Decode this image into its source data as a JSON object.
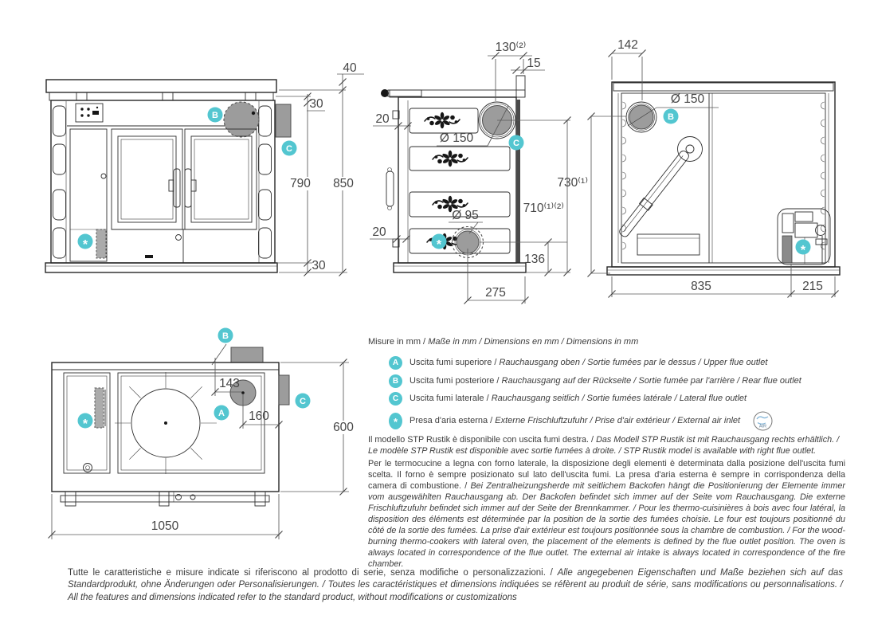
{
  "colors": {
    "accent": "#53c6d0",
    "gray_fill": "#9c9c9c",
    "line": "#262626"
  },
  "badges": {
    "a": "A",
    "b": "B",
    "c": "C",
    "star": "*"
  },
  "dims": {
    "front": {
      "d40": "40",
      "d30t": "30",
      "d790": "790",
      "d850": "850",
      "d30b": "30"
    },
    "side": {
      "d130": "130⁽²⁾",
      "d15": "15",
      "d20t": "20",
      "d20b": "20",
      "d150": "Ø 150",
      "d95": "Ø 95",
      "d710": "710⁽¹⁾⁽²⁾",
      "d136": "136",
      "d275": "275"
    },
    "rear": {
      "d142": "142",
      "d150": "Ø 150",
      "d730": "730⁽¹⁾",
      "d835": "835",
      "d215": "215"
    },
    "top": {
      "d143": "143",
      "d160": "160",
      "d600": "600",
      "d1050": "1050"
    }
  },
  "legend": {
    "units_normal": "Misure in mm / ",
    "units_italic": "Maße in mm / Dimensions en mm / Dimensions in mm",
    "items": [
      {
        "badge": "A",
        "normal": "Uscita fumi superiore / ",
        "italic": "Rauchausgang oben  / Sortie fumées par le dessus / Upper flue outlet"
      },
      {
        "badge": "B",
        "normal": "Uscita fumi posteriore / ",
        "italic": "Rauchausgang auf der Rückseite / Sortie fumée par l'arrière / Rear flue outlet"
      },
      {
        "badge": "C",
        "normal": "Uscita fumi laterale / ",
        "italic": "Rauchausgang seitlich  / Sortie fumées latérale / Lateral flue outlet"
      },
      {
        "badge": "*",
        "normal": "Presa d'aria esterna / ",
        "italic": "Externe Frischluftzufuhr / Prise d'air extérieur / External air inlet"
      }
    ],
    "air_logo_label": "AIR"
  },
  "notes": {
    "p1_normal": "Il modello STP Rustik è disponibile con uscita fumi destra. / ",
    "p1_italic": "Das Modell STP Rustik ist mit Rauchausgang rechts erhältlich. / Le modèle STP Rustik est disponible avec sortie fumées à droite. / STP Rustik model is available with right flue outlet.",
    "p2_normal": "Per le termocucine a legna con forno laterale, la disposizione degli elementi è determinata dalla posizione dell'uscita fumi scelta. Il forno è sempre posizionato sul lato dell'uscita fumi. La presa d'aria esterna è sempre in corrispondenza della camera di combustione. / ",
    "p2_italic": "Bei Zentralheizungsherde mit seitlichem Backofen hängt die Positionierung der Elemente immer vom ausgewählten Rauchausgang ab. Der Backofen befindet sich immer auf der Seite vom Rauchausgang. Die externe Frischluftzufuhr befindet sich immer auf der Seite der Brennkammer. / Pour les thermo-cuisinières à bois avec four latéral, la disposition des éléments est déterminée par la position de la sortie des fumées choisie. Le four est toujours positionné du côté de la sortie des fumées. La prise d'air extérieur est toujours positionnée sous la chambre de combustion. / For the wood-burning thermo-cookers with lateral oven, the placement of the elements is defined by the flue outlet position. The oven is always located in correspondence of the flue outlet. The external air intake is always located in correspondence of the fire chamber."
  },
  "footer": {
    "normal": "Tutte le caratteristiche e misure indicate si riferiscono al prodotto di serie, senza modifiche o personalizzazioni. / ",
    "italic": "Alle angegebenen Eigenschaften und Maße beziehen sich auf das Standardprodukt, ohne Änderungen oder Personalisierungen. / Toutes les caractéristiques et dimensions indiquées se réfèrent au produit de série, sans modifications ou personnalisations. / All the features and dimensions indicated refer to the standard product, without modifications or customizations"
  }
}
